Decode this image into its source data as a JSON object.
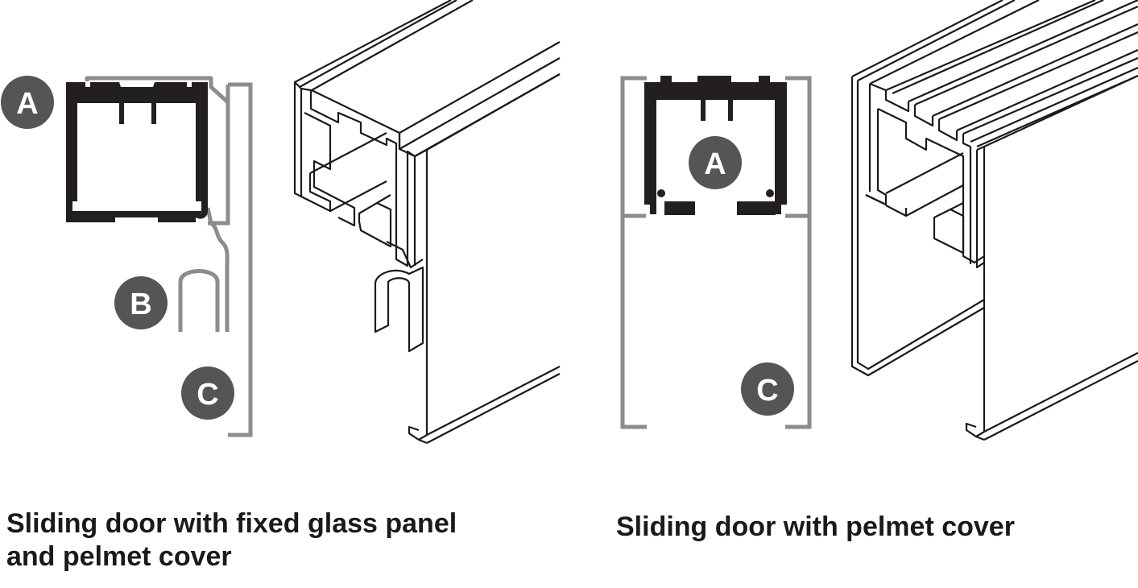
{
  "colors": {
    "profile_fill": "#231f20",
    "cover_stroke": "#8c8c8c",
    "badge_fill": "#555555",
    "line_art": "#1a1a1a",
    "text": "#1a1a1a"
  },
  "badges": {
    "left_a": "A",
    "left_b": "B",
    "left_c": "C",
    "right_a": "A",
    "right_c": "C"
  },
  "captions": {
    "left_line1": "Sliding door with fixed glass panel",
    "left_line2": "and pelmet cover",
    "right_line1": "Sliding door with pelmet cover"
  }
}
